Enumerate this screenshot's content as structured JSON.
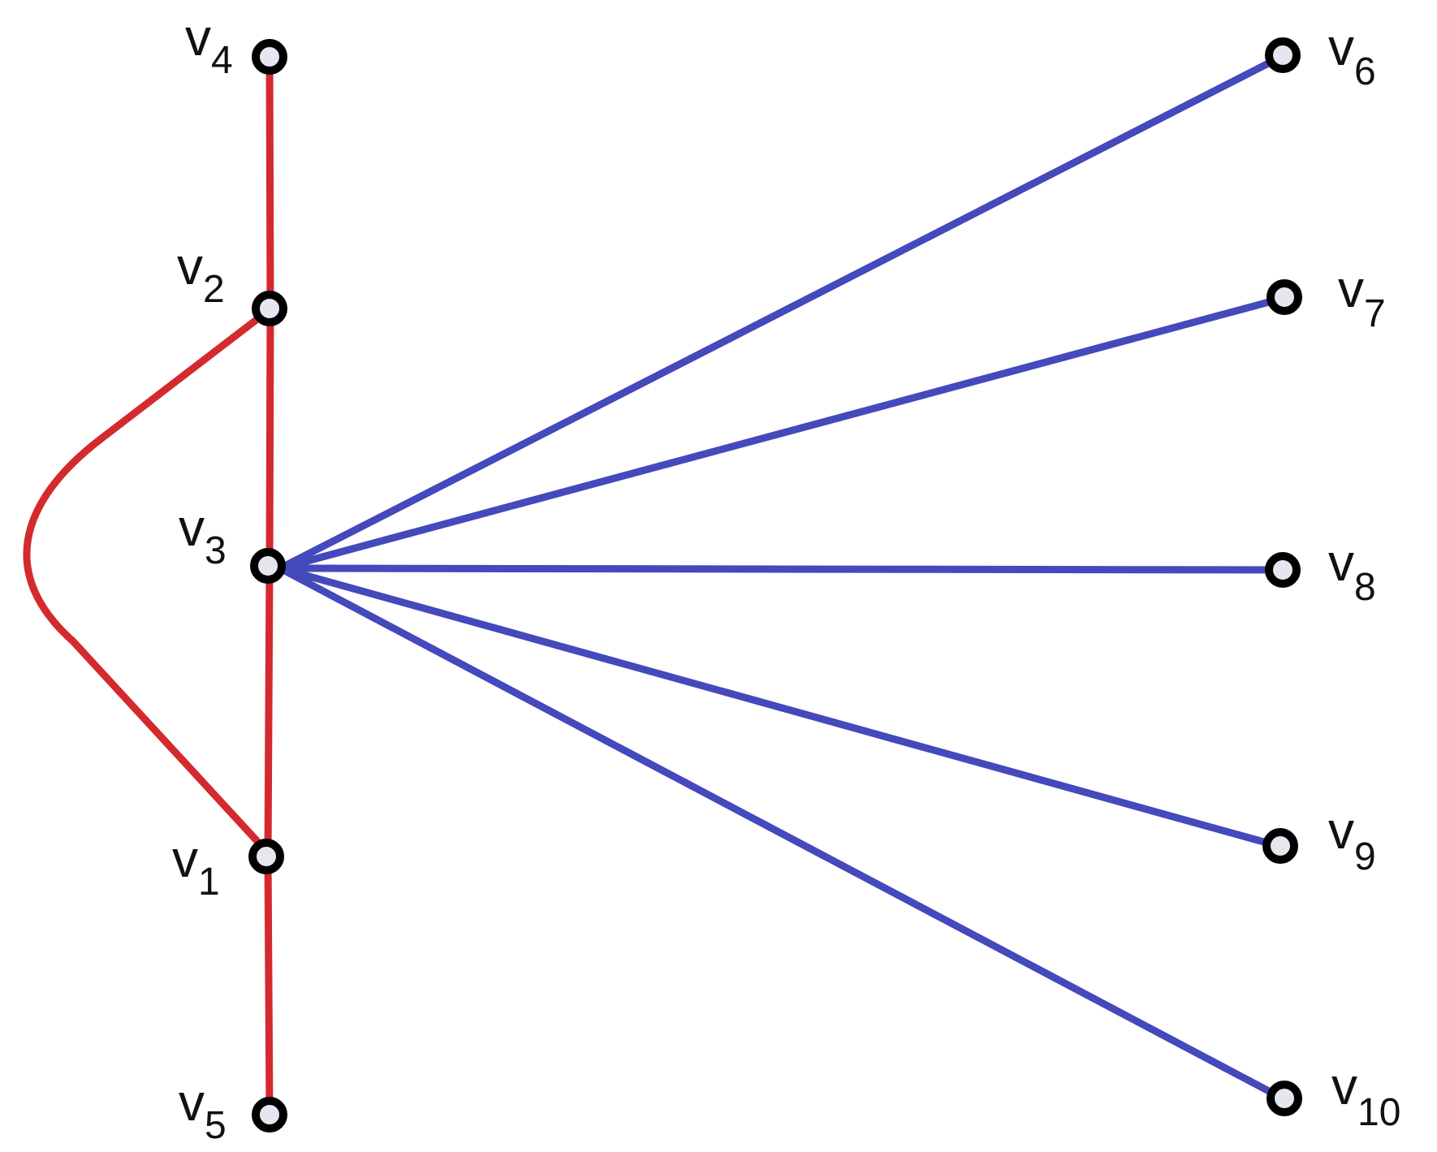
{
  "vertices": [
    {
      "id": "v1",
      "letter": "v",
      "index": "1"
    },
    {
      "id": "v2",
      "letter": "v",
      "index": "2"
    },
    {
      "id": "v3",
      "letter": "v",
      "index": "3"
    },
    {
      "id": "v4",
      "letter": "v",
      "index": "4"
    },
    {
      "id": "v5",
      "letter": "v",
      "index": "5"
    },
    {
      "id": "v6",
      "letter": "v",
      "index": "6"
    },
    {
      "id": "v7",
      "letter": "v",
      "index": "7"
    },
    {
      "id": "v8",
      "letter": "v",
      "index": "8"
    },
    {
      "id": "v9",
      "letter": "v",
      "index": "9"
    },
    {
      "id": "v10",
      "letter": "v",
      "index": "10"
    }
  ],
  "edges": [
    {
      "from": "v4",
      "to": "v2",
      "color": "#d42a2e"
    },
    {
      "from": "v2",
      "to": "v3",
      "color": "#d42a2e"
    },
    {
      "from": "v3",
      "to": "v1",
      "color": "#d42a2e"
    },
    {
      "from": "v1",
      "to": "v5",
      "color": "#d42a2e"
    },
    {
      "from": "v2",
      "to": "v1",
      "color": "#d42a2e",
      "curved": true
    },
    {
      "from": "v3",
      "to": "v6",
      "color": "#4449bc"
    },
    {
      "from": "v3",
      "to": "v7",
      "color": "#4449bc"
    },
    {
      "from": "v3",
      "to": "v8",
      "color": "#4449bc"
    },
    {
      "from": "v3",
      "to": "v9",
      "color": "#4449bc"
    },
    {
      "from": "v3",
      "to": "v10",
      "color": "#4449bc"
    }
  ],
  "colors": {
    "red_edges": "#d42a2e",
    "blue_edges": "#4449bc",
    "vertex_outline": "#000000"
  }
}
